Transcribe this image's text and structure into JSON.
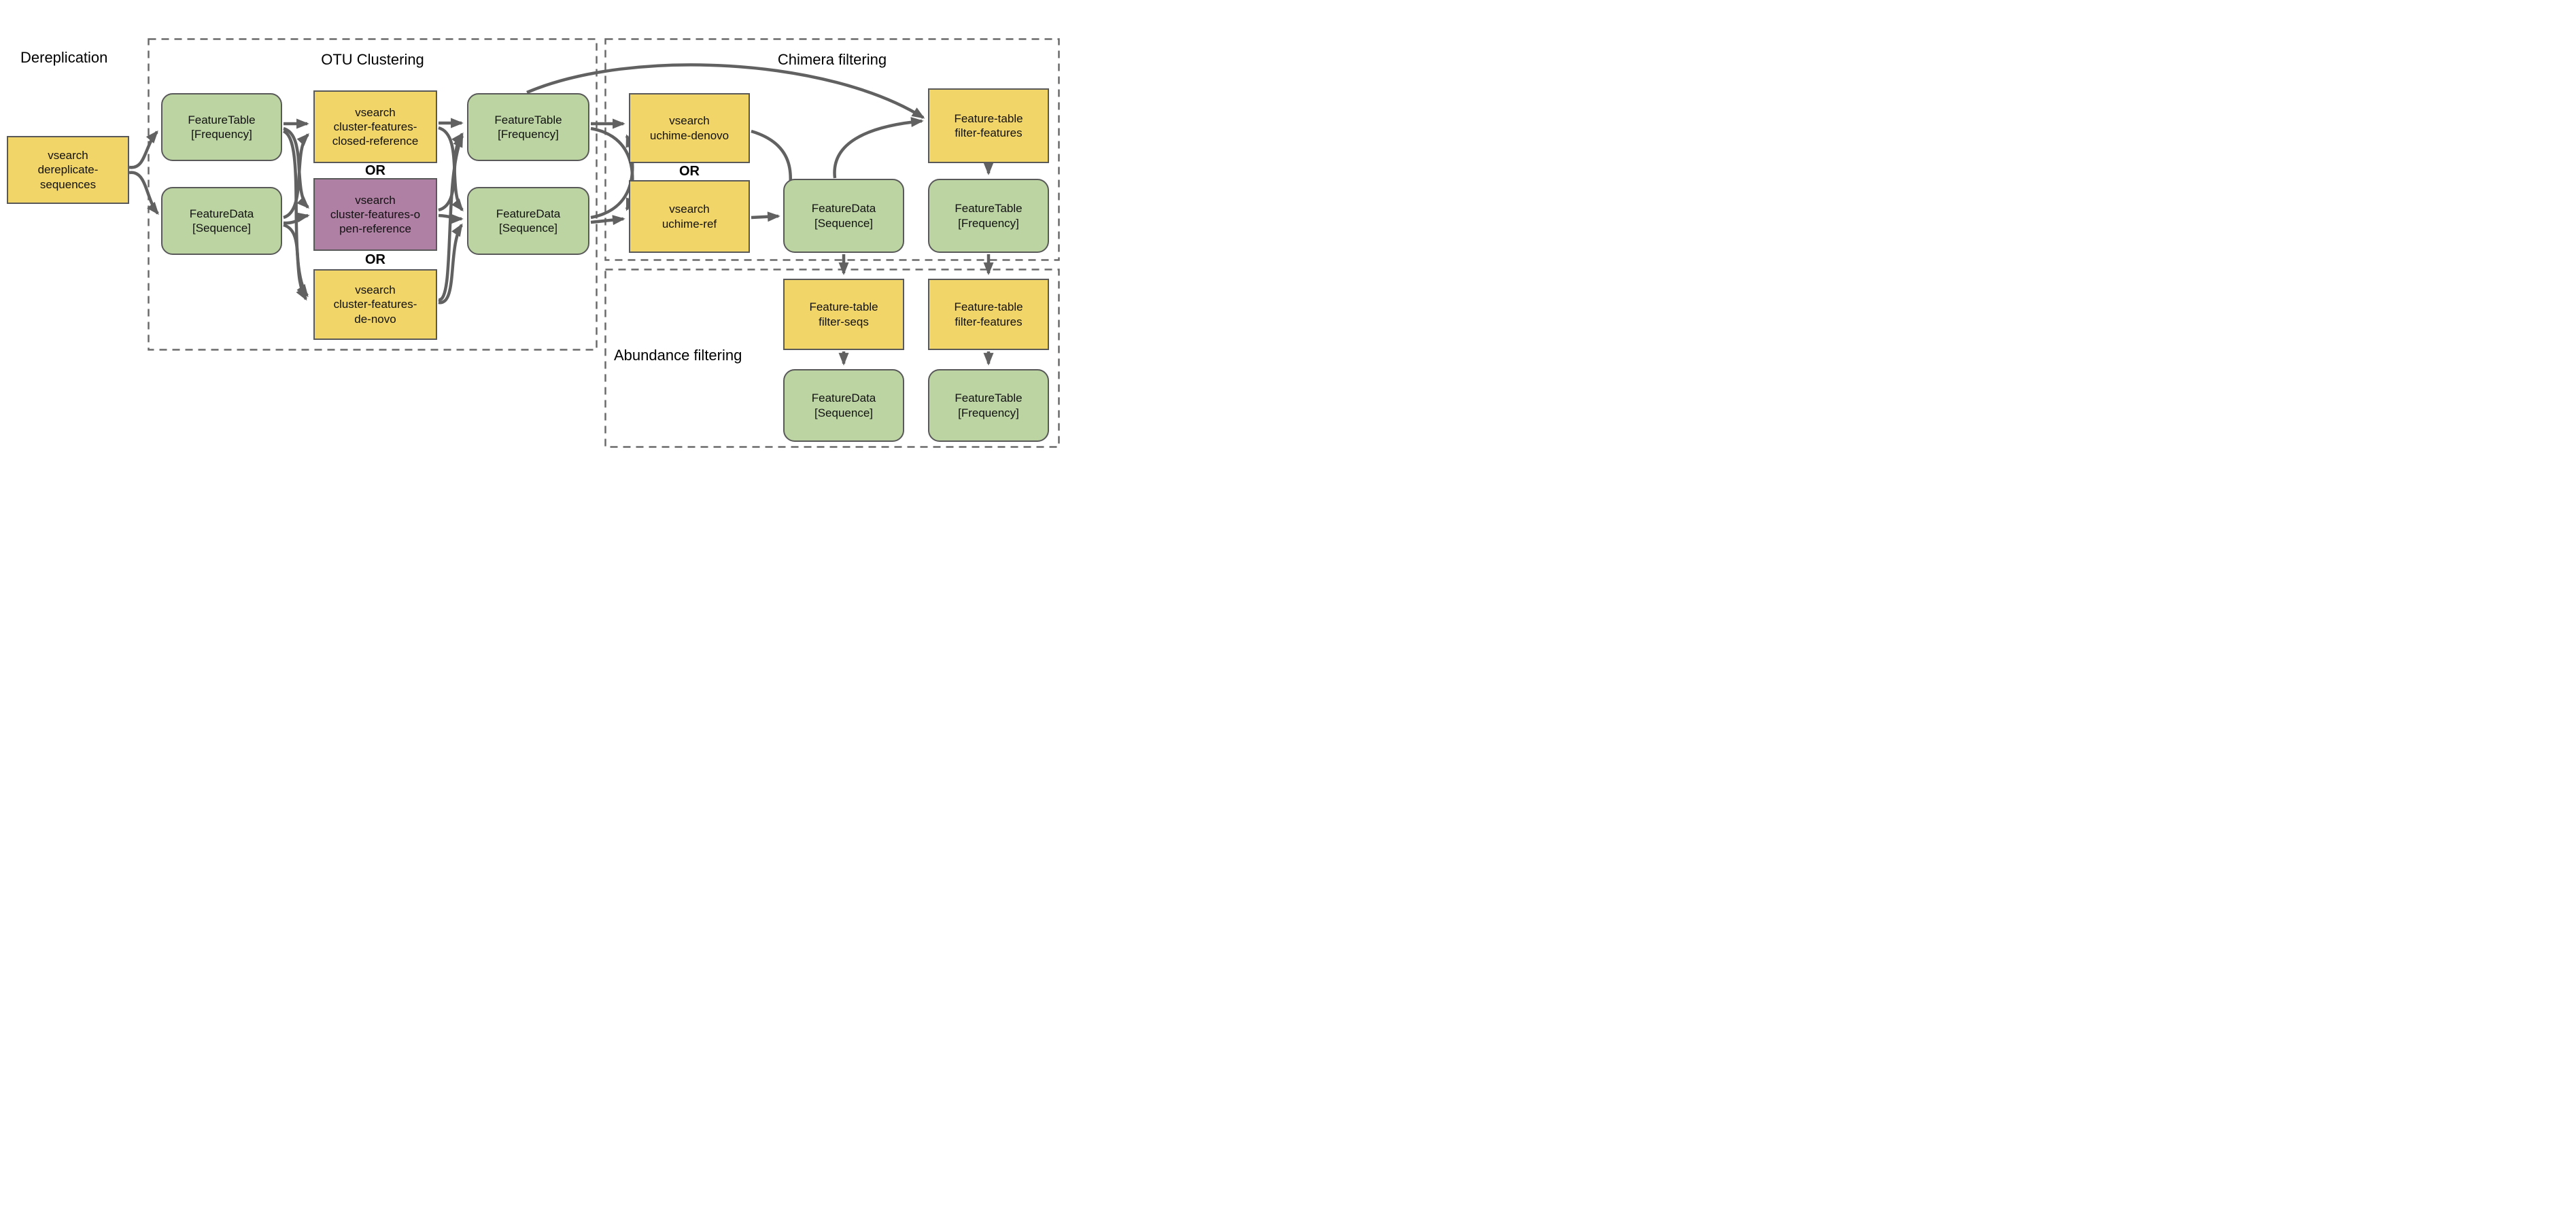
{
  "titles": {
    "dereplication": "Dereplication",
    "otu": "OTU Clustering",
    "chimera": "Chimera filtering",
    "abundance": "Abundance filtering"
  },
  "or_label": "OR",
  "colors": {
    "command_fill": "#f2d568",
    "artifact_fill": "#bcd4a2",
    "alt_command_fill": "#b07fa4",
    "edge": "#616161",
    "node_border": "#595959",
    "group_border": "#6a6a6a"
  },
  "nodes": {
    "derep": {
      "label": "vsearch\ndereplicate-\nsequences",
      "type": "command"
    },
    "otu_ft_in": {
      "label": "FeatureTable\n[Frequency]",
      "type": "artifact"
    },
    "otu_fd_in": {
      "label": "FeatureData\n[Sequence]",
      "type": "artifact"
    },
    "closed_ref": {
      "label": "vsearch\ncluster-features-\nclosed-reference",
      "type": "command"
    },
    "open_ref": {
      "label": "vsearch\ncluster-features-o\npen-reference",
      "type": "command-alt"
    },
    "de_novo": {
      "label": "vsearch\ncluster-features-\nde-novo",
      "type": "command"
    },
    "otu_ft_out": {
      "label": "FeatureTable\n[Frequency]",
      "type": "artifact"
    },
    "otu_fd_out": {
      "label": "FeatureData\n[Sequence]",
      "type": "artifact"
    },
    "uchime_denovo": {
      "label": "vsearch\nuchime-denovo",
      "type": "command"
    },
    "uchime_ref": {
      "label": "vsearch\nuchime-ref",
      "type": "command"
    },
    "chimera_fd": {
      "label": "FeatureData\n[Sequence]",
      "type": "artifact"
    },
    "chimera_filter_features": {
      "label": "Feature-table\nfilter-features",
      "type": "command"
    },
    "chimera_ft": {
      "label": "FeatureTable\n[Frequency]",
      "type": "artifact"
    },
    "abundance_filter_seqs": {
      "label": "Feature-table\nfilter-seqs",
      "type": "command"
    },
    "abundance_filter_features": {
      "label": "Feature-table\nfilter-features",
      "type": "command"
    },
    "abundance_fd": {
      "label": "FeatureData\n[Sequence]",
      "type": "artifact"
    },
    "abundance_ft": {
      "label": "FeatureTable\n[Frequency]",
      "type": "artifact"
    }
  },
  "edges": [
    {
      "from": "derep",
      "to": "otu_ft_in"
    },
    {
      "from": "derep",
      "to": "otu_fd_in"
    },
    {
      "from": "otu_ft_in",
      "to": "closed_ref"
    },
    {
      "from": "otu_ft_in",
      "to": "open_ref"
    },
    {
      "from": "otu_ft_in",
      "to": "de_novo"
    },
    {
      "from": "otu_fd_in",
      "to": "closed_ref"
    },
    {
      "from": "otu_fd_in",
      "to": "open_ref"
    },
    {
      "from": "otu_fd_in",
      "to": "de_novo"
    },
    {
      "from": "closed_ref",
      "to": "otu_ft_out"
    },
    {
      "from": "closed_ref",
      "to": "otu_fd_out"
    },
    {
      "from": "open_ref",
      "to": "otu_ft_out"
    },
    {
      "from": "open_ref",
      "to": "otu_fd_out"
    },
    {
      "from": "de_novo",
      "to": "otu_ft_out"
    },
    {
      "from": "de_novo",
      "to": "otu_fd_out"
    },
    {
      "from": "otu_ft_out",
      "to": "uchime_denovo"
    },
    {
      "from": "otu_ft_out",
      "to": "uchime_ref"
    },
    {
      "from": "otu_fd_out",
      "to": "uchime_denovo"
    },
    {
      "from": "otu_fd_out",
      "to": "uchime_ref"
    },
    {
      "from": "otu_ft_out",
      "to": "chimera_filter_features"
    },
    {
      "from": "uchime_denovo",
      "to": "chimera_fd"
    },
    {
      "from": "uchime_ref",
      "to": "chimera_fd"
    },
    {
      "from": "chimera_fd",
      "to": "chimera_filter_features"
    },
    {
      "from": "chimera_filter_features",
      "to": "chimera_ft"
    },
    {
      "from": "chimera_fd",
      "to": "abundance_filter_seqs"
    },
    {
      "from": "chimera_ft",
      "to": "abundance_filter_features"
    },
    {
      "from": "abundance_filter_seqs",
      "to": "abundance_fd"
    },
    {
      "from": "abundance_filter_features",
      "to": "abundance_ft"
    }
  ]
}
